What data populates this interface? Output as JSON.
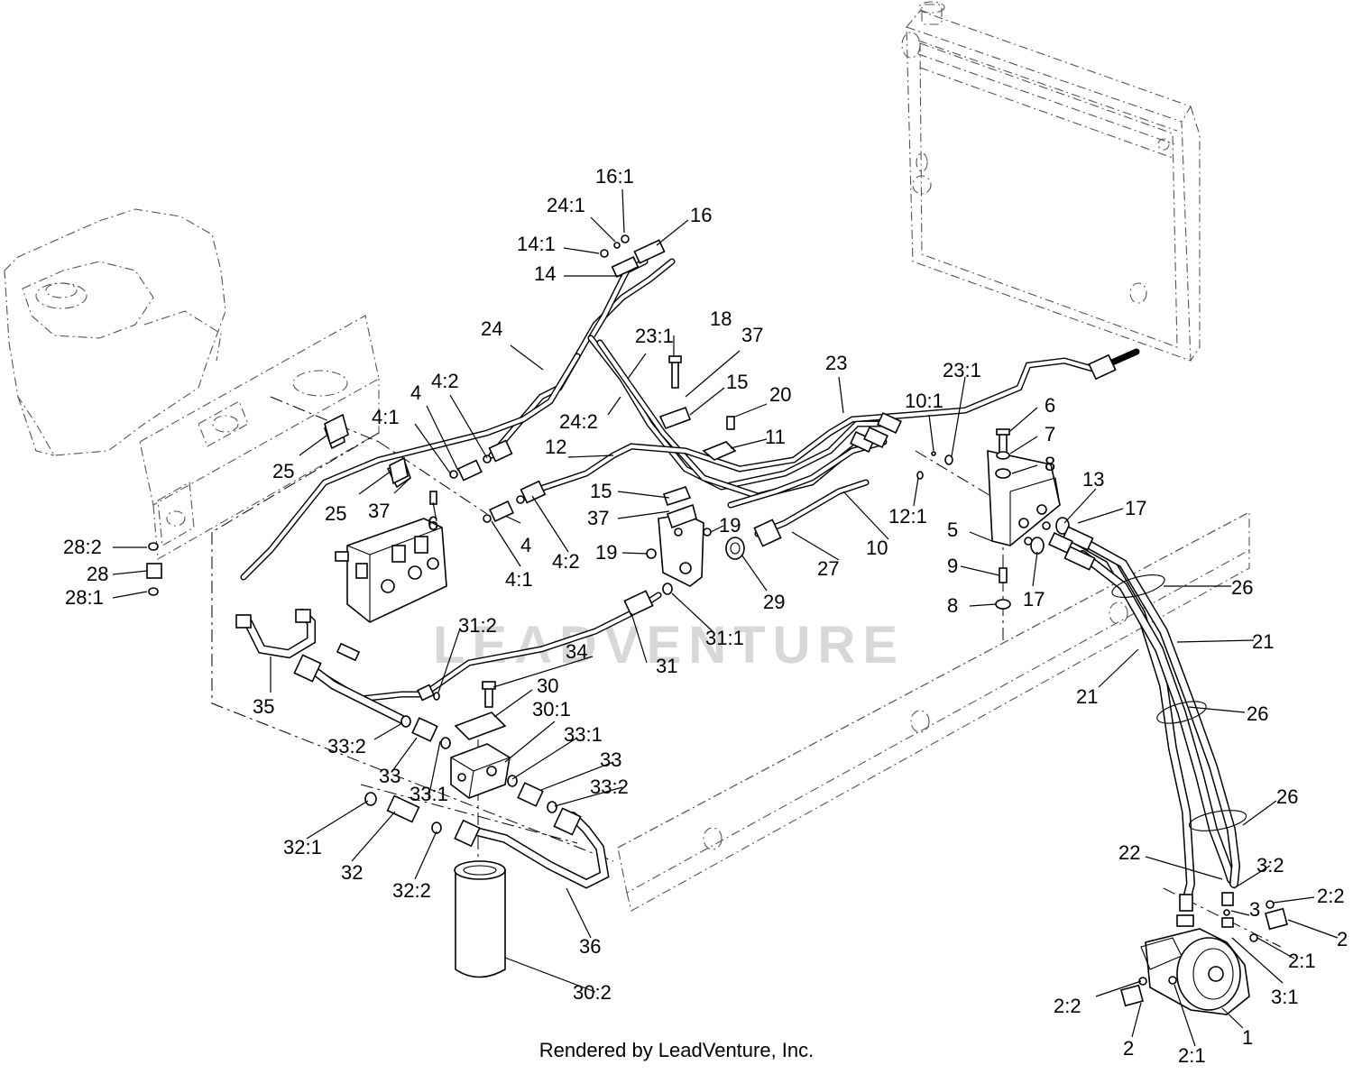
{
  "footer": "Rendered by LeadVenture, Inc.",
  "watermark": "LEADVENTURE",
  "callouts": [
    {
      "text": "16:1"
    },
    {
      "text": "24:1"
    },
    {
      "text": "16"
    },
    {
      "text": "14:1"
    },
    {
      "text": "14"
    },
    {
      "text": "24"
    },
    {
      "text": "18"
    },
    {
      "text": "23:1"
    },
    {
      "text": "37"
    },
    {
      "text": "15"
    },
    {
      "text": "23"
    },
    {
      "text": "23:1"
    },
    {
      "text": "4:2"
    },
    {
      "text": "4"
    },
    {
      "text": "20"
    },
    {
      "text": "10:1"
    },
    {
      "text": "24:2"
    },
    {
      "text": "6"
    },
    {
      "text": "4:1"
    },
    {
      "text": "11"
    },
    {
      "text": "7"
    },
    {
      "text": "12"
    },
    {
      "text": "8"
    },
    {
      "text": "25"
    },
    {
      "text": "13"
    },
    {
      "text": "15"
    },
    {
      "text": "25"
    },
    {
      "text": "37"
    },
    {
      "text": "12:1"
    },
    {
      "text": "17"
    },
    {
      "text": "6"
    },
    {
      "text": "37"
    },
    {
      "text": "19"
    },
    {
      "text": "5"
    },
    {
      "text": "28:2"
    },
    {
      "text": "4"
    },
    {
      "text": "19"
    },
    {
      "text": "10"
    },
    {
      "text": "28"
    },
    {
      "text": "4:2"
    },
    {
      "text": "27"
    },
    {
      "text": "9"
    },
    {
      "text": "28:1"
    },
    {
      "text": "4:1"
    },
    {
      "text": "17"
    },
    {
      "text": "26"
    },
    {
      "text": "29"
    },
    {
      "text": "8"
    },
    {
      "text": "31:2"
    },
    {
      "text": "31:1"
    },
    {
      "text": "21"
    },
    {
      "text": "34"
    },
    {
      "text": "31"
    },
    {
      "text": "35"
    },
    {
      "text": "30"
    },
    {
      "text": "21"
    },
    {
      "text": "30:1"
    },
    {
      "text": "26"
    },
    {
      "text": "33:2"
    },
    {
      "text": "33:1"
    },
    {
      "text": "33"
    },
    {
      "text": "33"
    },
    {
      "text": "33:2"
    },
    {
      "text": "33:1"
    },
    {
      "text": "26"
    },
    {
      "text": "32:1"
    },
    {
      "text": "22"
    },
    {
      "text": "3:2"
    },
    {
      "text": "32"
    },
    {
      "text": "32:2"
    },
    {
      "text": "3"
    },
    {
      "text": "2:2"
    },
    {
      "text": "2"
    },
    {
      "text": "2:1"
    },
    {
      "text": "36"
    },
    {
      "text": "3:1"
    },
    {
      "text": "30:2"
    },
    {
      "text": "2:2"
    },
    {
      "text": "1"
    },
    {
      "text": "2"
    },
    {
      "text": "2:1"
    }
  ]
}
